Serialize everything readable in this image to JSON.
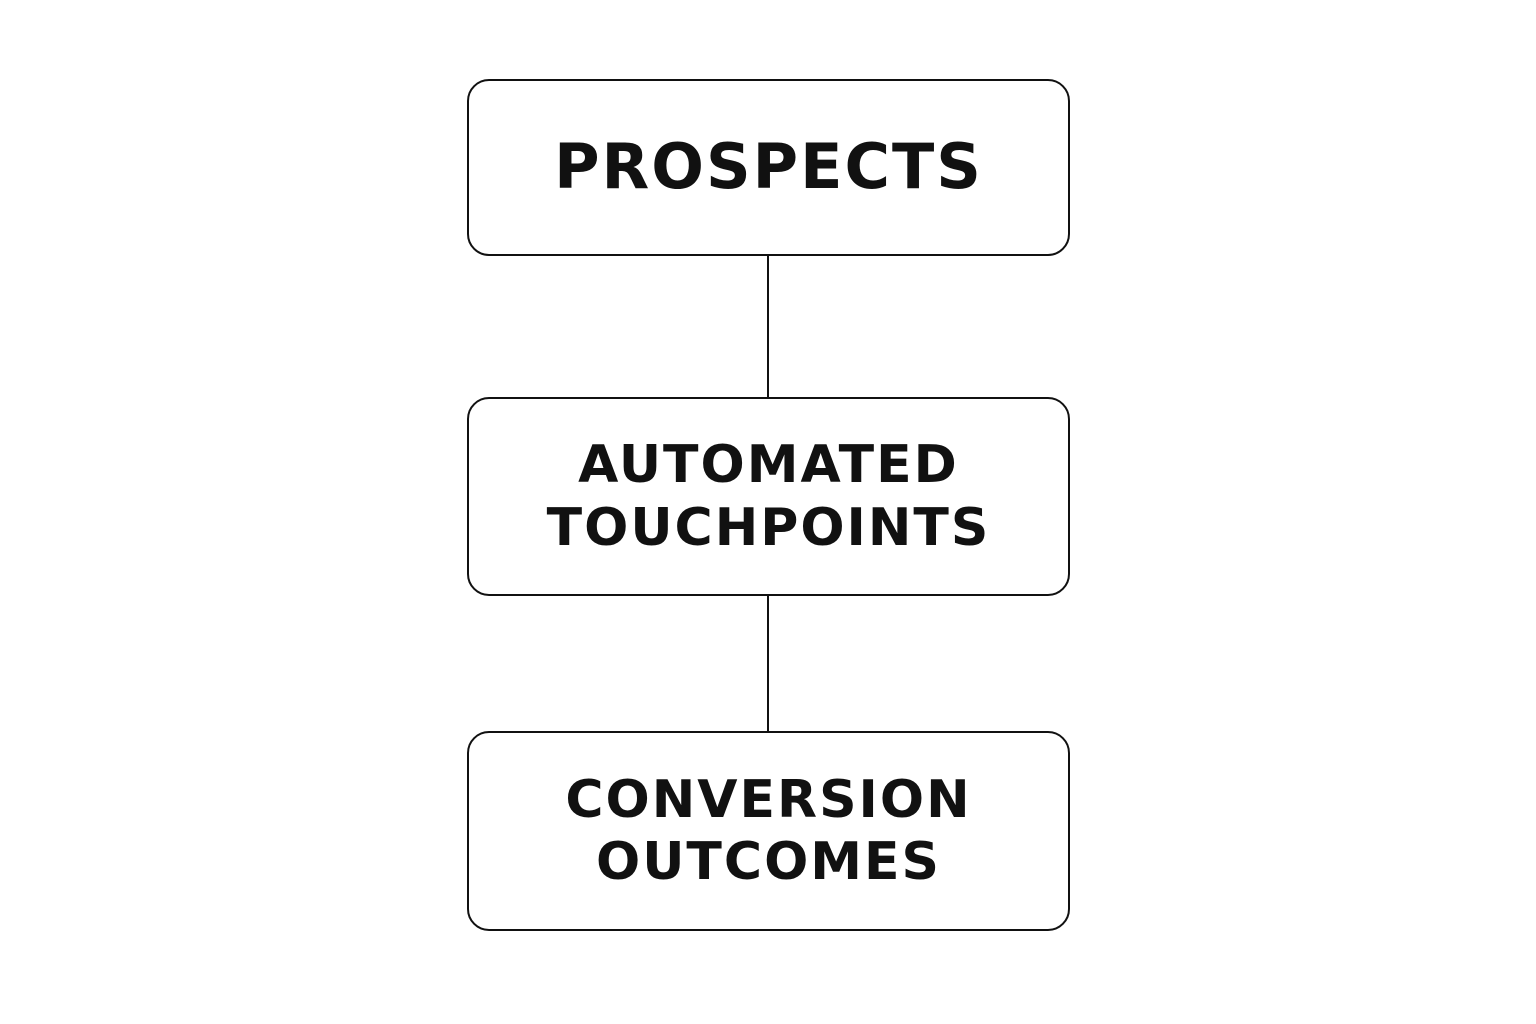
{
  "nodes": [
    {
      "lines": [
        "PROSPECTS"
      ]
    },
    {
      "lines": [
        "AUTOMATED",
        "TOUCHPOINTS"
      ]
    },
    {
      "lines": [
        "CONVERSION",
        "OUTCOMES"
      ]
    }
  ],
  "colors": {
    "stroke": "#111111",
    "text": "#111111",
    "background": "#ffffff"
  }
}
